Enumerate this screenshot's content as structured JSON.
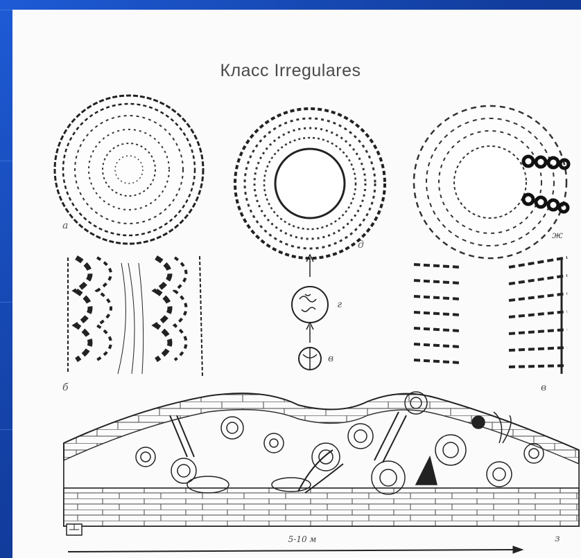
{
  "title": "Класс Irregulares",
  "labels": {
    "a": "а",
    "b": "б",
    "v1": "в",
    "g": "г",
    "d": "д",
    "zh": "ж",
    "v2": "в",
    "z": "з"
  },
  "scale": "5-10 м",
  "colors": {
    "background": "#1a45b0",
    "paper": "#fbfbfb",
    "ink": "#333333"
  }
}
